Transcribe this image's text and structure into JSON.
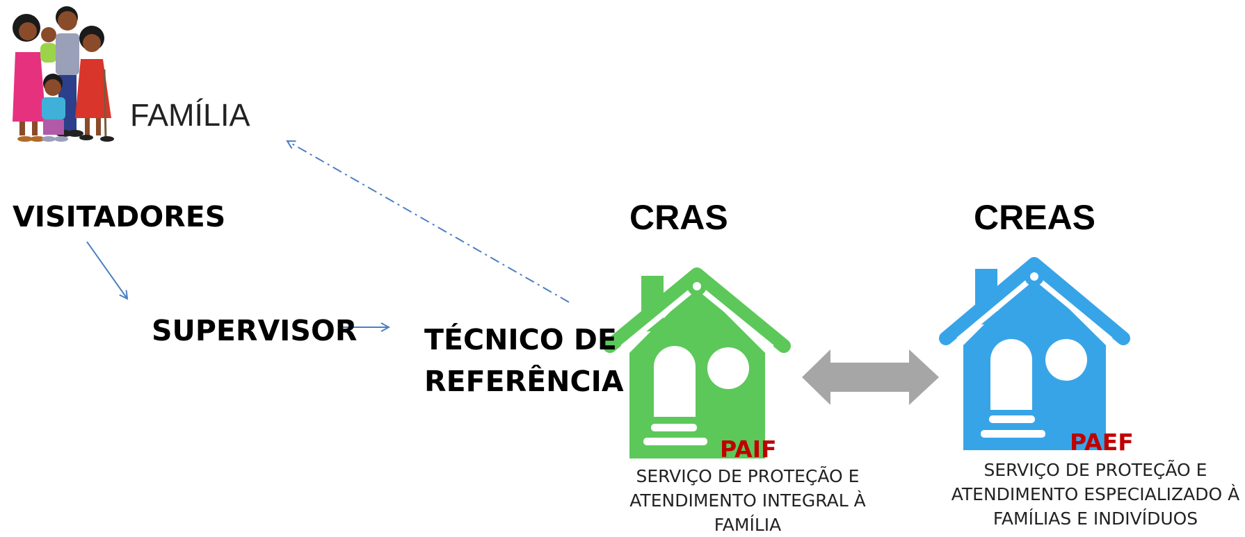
{
  "family": {
    "label": "FAMÍLIA"
  },
  "roles": {
    "visitadores": "VISITADORES",
    "supervisor": "SUPERVISOR",
    "tecnico_line1": "TÉCNICO DE",
    "tecnico_line2": "REFERÊNCIA"
  },
  "cras": {
    "title": "CRAS",
    "acronym": "PAIF",
    "description": [
      "SERVIÇO DE PROTEÇÃO E",
      "ATENDIMENTO INTEGRAL À",
      "FAMÍLIA"
    ],
    "color": "#5cc85a"
  },
  "creas": {
    "title": "CREAS",
    "acronym": "PAEF",
    "description": [
      "SERVIÇO DE PROTEÇÃO E",
      "ATENDIMENTO ESPECIALIZADO À",
      "FAMÍLIAS E INDIVÍDUOS"
    ],
    "color": "#38a4e8"
  },
  "colors": {
    "arrow": "#4a7fc1",
    "double_arrow": "#a6a6a6",
    "acronym": "#c00000"
  }
}
